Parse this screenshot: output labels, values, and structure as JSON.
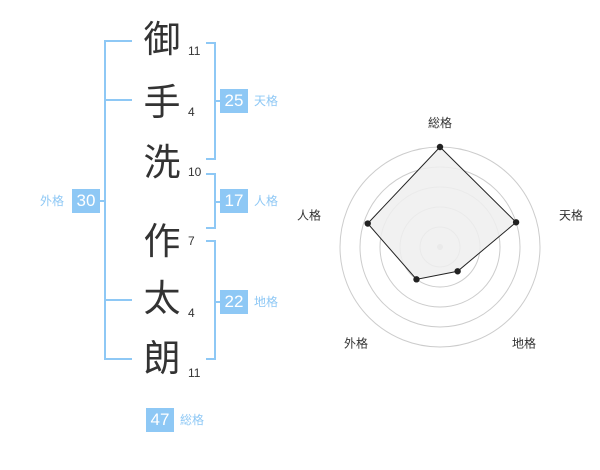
{
  "name": {
    "characters": [
      {
        "char": "御",
        "strokes": "11"
      },
      {
        "char": "手",
        "strokes": "4"
      },
      {
        "char": "洗",
        "strokes": "10"
      },
      {
        "char": "作",
        "strokes": "7"
      },
      {
        "char": "太",
        "strokes": "4"
      },
      {
        "char": "朗",
        "strokes": "11"
      }
    ]
  },
  "fortunes": {
    "tenkaku": {
      "value": "25",
      "label": "天格"
    },
    "jinkaku": {
      "value": "17",
      "label": "人格"
    },
    "chikaku": {
      "value": "22",
      "label": "地格"
    },
    "gaikaku": {
      "value": "30",
      "label": "外格"
    },
    "soukaku": {
      "value": "47",
      "label": "総格"
    }
  },
  "radar": {
    "axes": [
      "総格",
      "天格",
      "地格",
      "外格",
      "人格"
    ],
    "values": [
      5,
      4,
      1.5,
      2,
      3.8
    ],
    "max": 5,
    "rings": 5
  },
  "colors": {
    "accent": "#8ec8f5",
    "text": "#333333",
    "radar_fill": "#eeeeee",
    "radar_line": "#222222",
    "ring": "#cccccc"
  }
}
